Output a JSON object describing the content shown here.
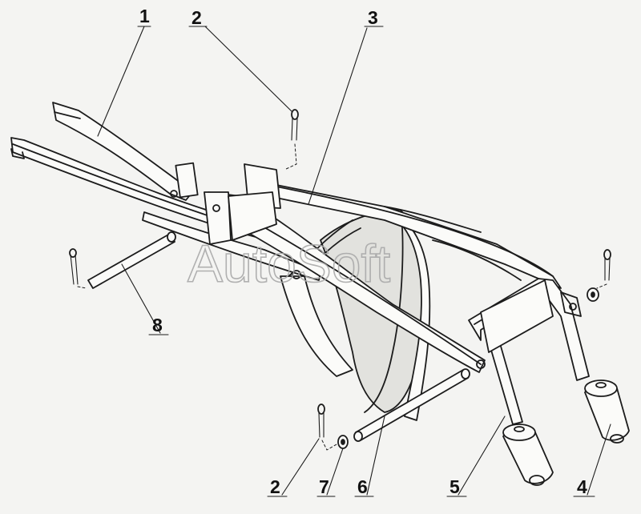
{
  "watermark": "AutoSoft",
  "callouts": [
    {
      "id": "c1",
      "text": "1"
    },
    {
      "id": "c2a",
      "text": "2"
    },
    {
      "id": "c3",
      "text": "3"
    },
    {
      "id": "c8",
      "text": "8"
    },
    {
      "id": "c2b",
      "text": "2"
    },
    {
      "id": "c7",
      "text": "7"
    },
    {
      "id": "c6",
      "text": "6"
    },
    {
      "id": "c5",
      "text": "5"
    },
    {
      "id": "c4",
      "text": "4"
    }
  ]
}
